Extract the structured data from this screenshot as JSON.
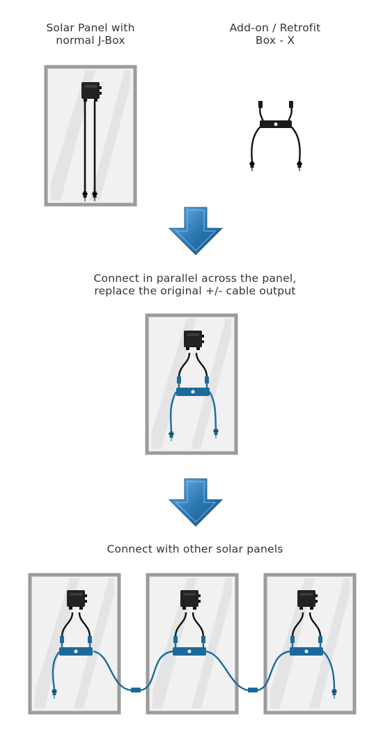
{
  "captions": {
    "panel_jbox": [
      "Solar Panel with",
      "normal J-Box"
    ],
    "addon_box": [
      "Add-on / Retrofit",
      "Box - X"
    ],
    "step_parallel": [
      "Connect in parallel across the panel,",
      "replace the original +/- cable output"
    ],
    "step_chain": "Connect with other solar panels"
  },
  "colors": {
    "frame": "#9b9b9b",
    "glass": "#eeeeee",
    "jbox": "#222222",
    "cable_black": "#111111",
    "cable_blue": "#1c6a99",
    "arrow": "#2d7ab6"
  },
  "icons": {
    "step_arrow": "down-arrow-icon",
    "junction_box": "junction-box-icon",
    "retrofit_box": "retrofit-box-icon"
  }
}
